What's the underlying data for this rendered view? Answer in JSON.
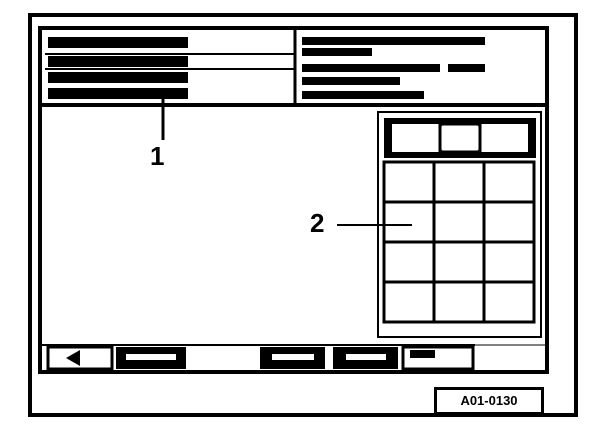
{
  "callouts": {
    "item1": "1",
    "item2": "2"
  },
  "figure_code": "A01-0130",
  "colors": {
    "ink": "#000000",
    "paper": "#ffffff"
  }
}
